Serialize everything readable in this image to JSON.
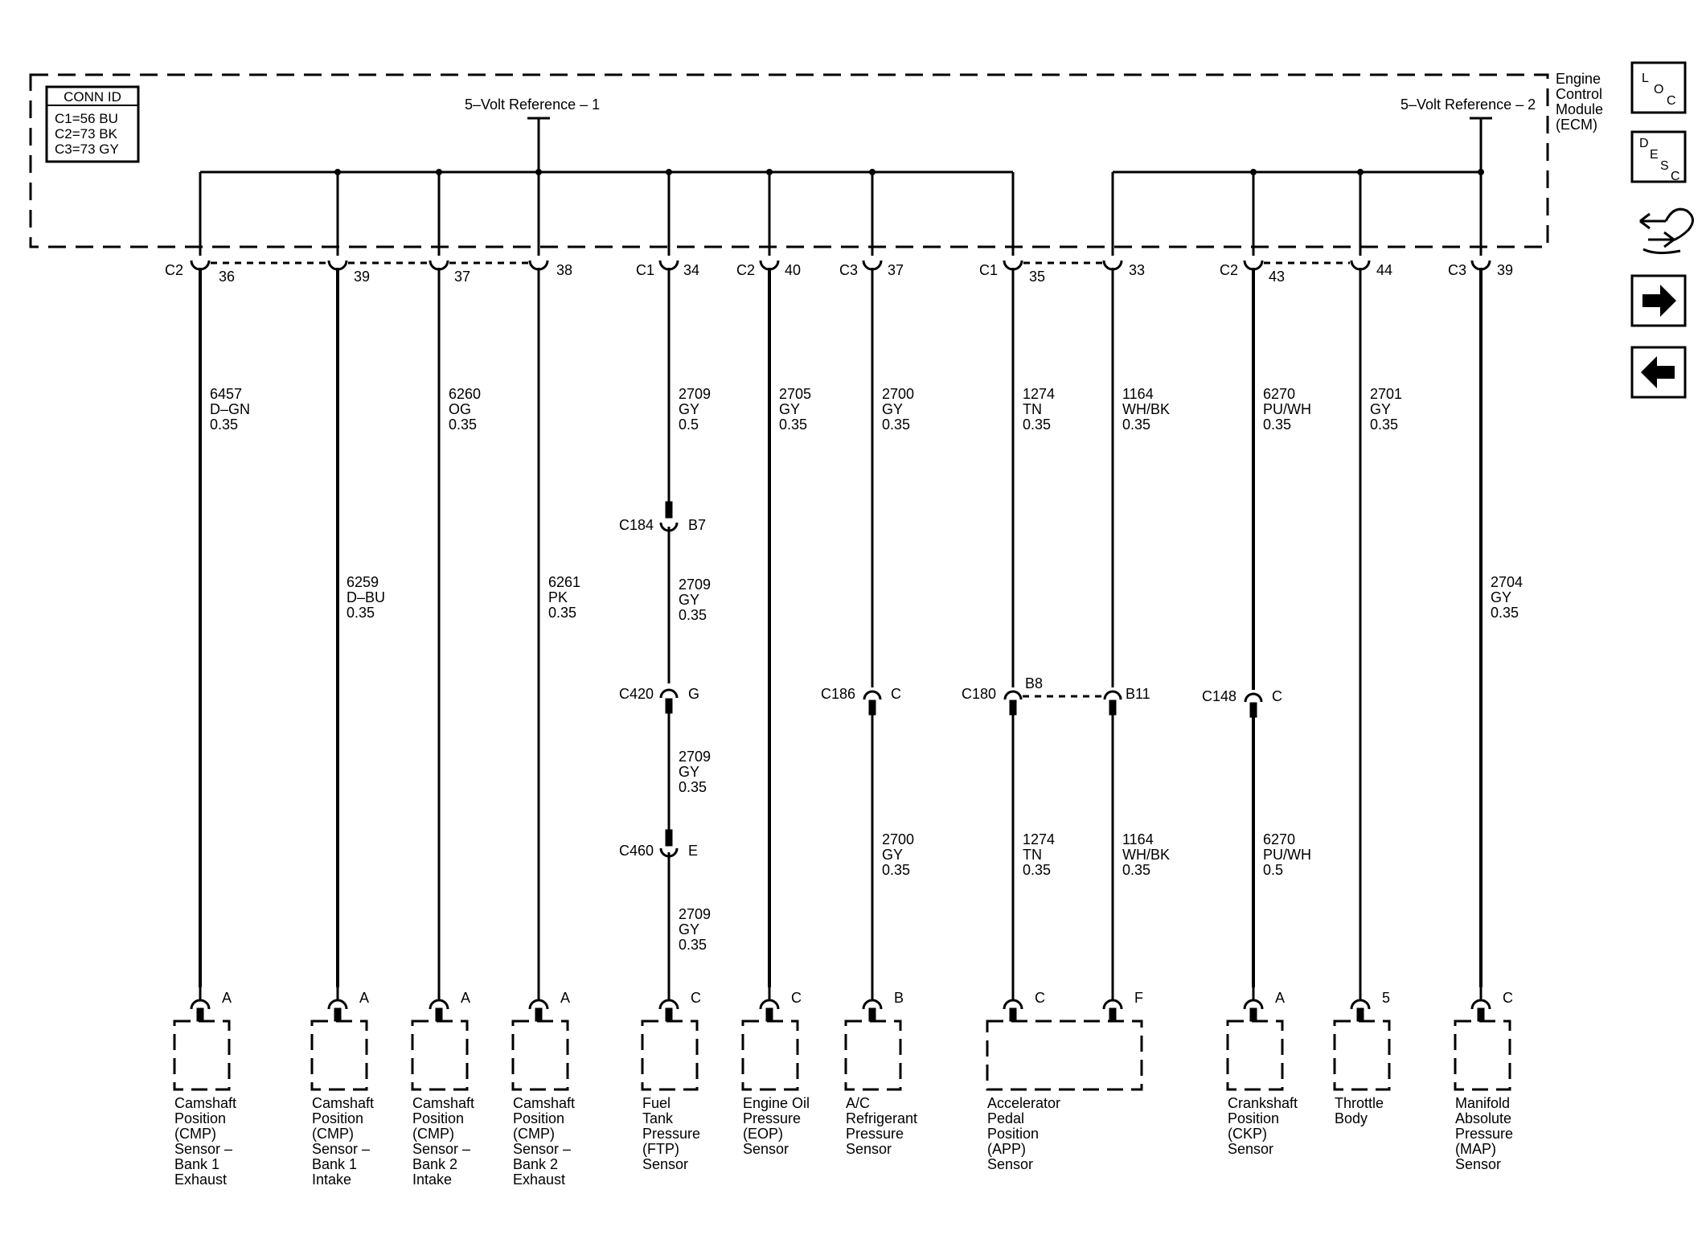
{
  "module": {
    "name_lines": [
      "Engine",
      "Control",
      "Module",
      "(ECM)"
    ]
  },
  "conn_id": {
    "title": "CONN ID",
    "rows": [
      "C1=56 BU",
      "C2=73 BK",
      "C3=73 GY"
    ]
  },
  "references": {
    "ref1": "5–Volt Reference – 1",
    "ref2": "5–Volt Reference – 2"
  },
  "side_buttons": {
    "loc": [
      "L",
      "O",
      "C"
    ],
    "desc": [
      "D",
      "E",
      "S",
      "C"
    ]
  },
  "ecm_pins": [
    {
      "conn": "C2",
      "pin": "36"
    },
    {
      "conn": "",
      "pin": "39"
    },
    {
      "conn": "",
      "pin": "37"
    },
    {
      "conn": "",
      "pin": "38"
    },
    {
      "conn": "C1",
      "pin": "34"
    },
    {
      "conn": "C2",
      "pin": "40"
    },
    {
      "conn": "C3",
      "pin": "37"
    },
    {
      "conn": "C1",
      "pin": "35"
    },
    {
      "conn": "",
      "pin": "33"
    },
    {
      "conn": "C2",
      "pin": "43"
    },
    {
      "conn": "",
      "pin": "44"
    },
    {
      "conn": "C3",
      "pin": "39"
    }
  ],
  "wires": [
    [
      "6457",
      "D–GN",
      "0.35"
    ],
    [
      "6259",
      "D–BU",
      "0.35"
    ],
    [
      "6260",
      "OG",
      "0.35"
    ],
    [
      "6261",
      "PK",
      "0.35"
    ],
    [
      "2709",
      "GY",
      "0.5"
    ],
    [
      "2709",
      "GY",
      "0.35"
    ],
    [
      "2709",
      "GY",
      "0.35"
    ],
    [
      "2709",
      "GY",
      "0.35"
    ],
    [
      "2705",
      "GY",
      "0.35"
    ],
    [
      "2700",
      "GY",
      "0.35"
    ],
    [
      "2700",
      "GY",
      "0.35"
    ],
    [
      "1274",
      "TN",
      "0.35"
    ],
    [
      "1274",
      "TN",
      "0.35"
    ],
    [
      "1164",
      "WH/BK",
      "0.35"
    ],
    [
      "1164",
      "WH/BK",
      "0.35"
    ],
    [
      "6270",
      "PU/WH",
      "0.35"
    ],
    [
      "6270",
      "PU/WH",
      "0.5"
    ],
    [
      "2701",
      "GY",
      "0.35"
    ],
    [
      "2704",
      "GY",
      "0.35"
    ]
  ],
  "inline_connectors": [
    {
      "name": "C184",
      "pin": "B7"
    },
    {
      "name": "C420",
      "pin": "G"
    },
    {
      "name": "C460",
      "pin": "E"
    },
    {
      "name": "C186",
      "pin": "C"
    },
    {
      "name": "C180",
      "pin": "B8"
    },
    {
      "name": "",
      "pin": "B11"
    },
    {
      "name": "C148",
      "pin": "C"
    }
  ],
  "sensor_pins": [
    "A",
    "A",
    "A",
    "A",
    "C",
    "C",
    "B",
    "C",
    "F",
    "A",
    "5",
    "C"
  ],
  "sensors": [
    [
      "Camshaft",
      "Position",
      "(CMP)",
      "Sensor –",
      "Bank 1",
      "Exhaust"
    ],
    [
      "Camshaft",
      "Position",
      "(CMP)",
      "Sensor –",
      "Bank 1",
      "Intake"
    ],
    [
      "Camshaft",
      "Position",
      "(CMP)",
      "Sensor –",
      "Bank 2",
      "Intake"
    ],
    [
      "Camshaft",
      "Position",
      "(CMP)",
      "Sensor –",
      "Bank 2",
      "Exhaust"
    ],
    [
      "Fuel",
      "Tank",
      "Pressure",
      "(FTP)",
      "Sensor"
    ],
    [
      "Engine Oil",
      "Pressure",
      "(EOP)",
      "Sensor"
    ],
    [
      "A/C",
      "Refrigerant",
      "Pressure",
      "Sensor"
    ],
    [
      "Accelerator",
      "Pedal",
      "Position",
      "(APP)",
      "Sensor"
    ],
    [
      "Crankshaft",
      "Position",
      "(CKP)",
      "Sensor"
    ],
    [
      "Throttle",
      "Body"
    ],
    [
      "Manifold",
      "Absolute",
      "Pressure",
      "(MAP)",
      "Sensor"
    ]
  ]
}
